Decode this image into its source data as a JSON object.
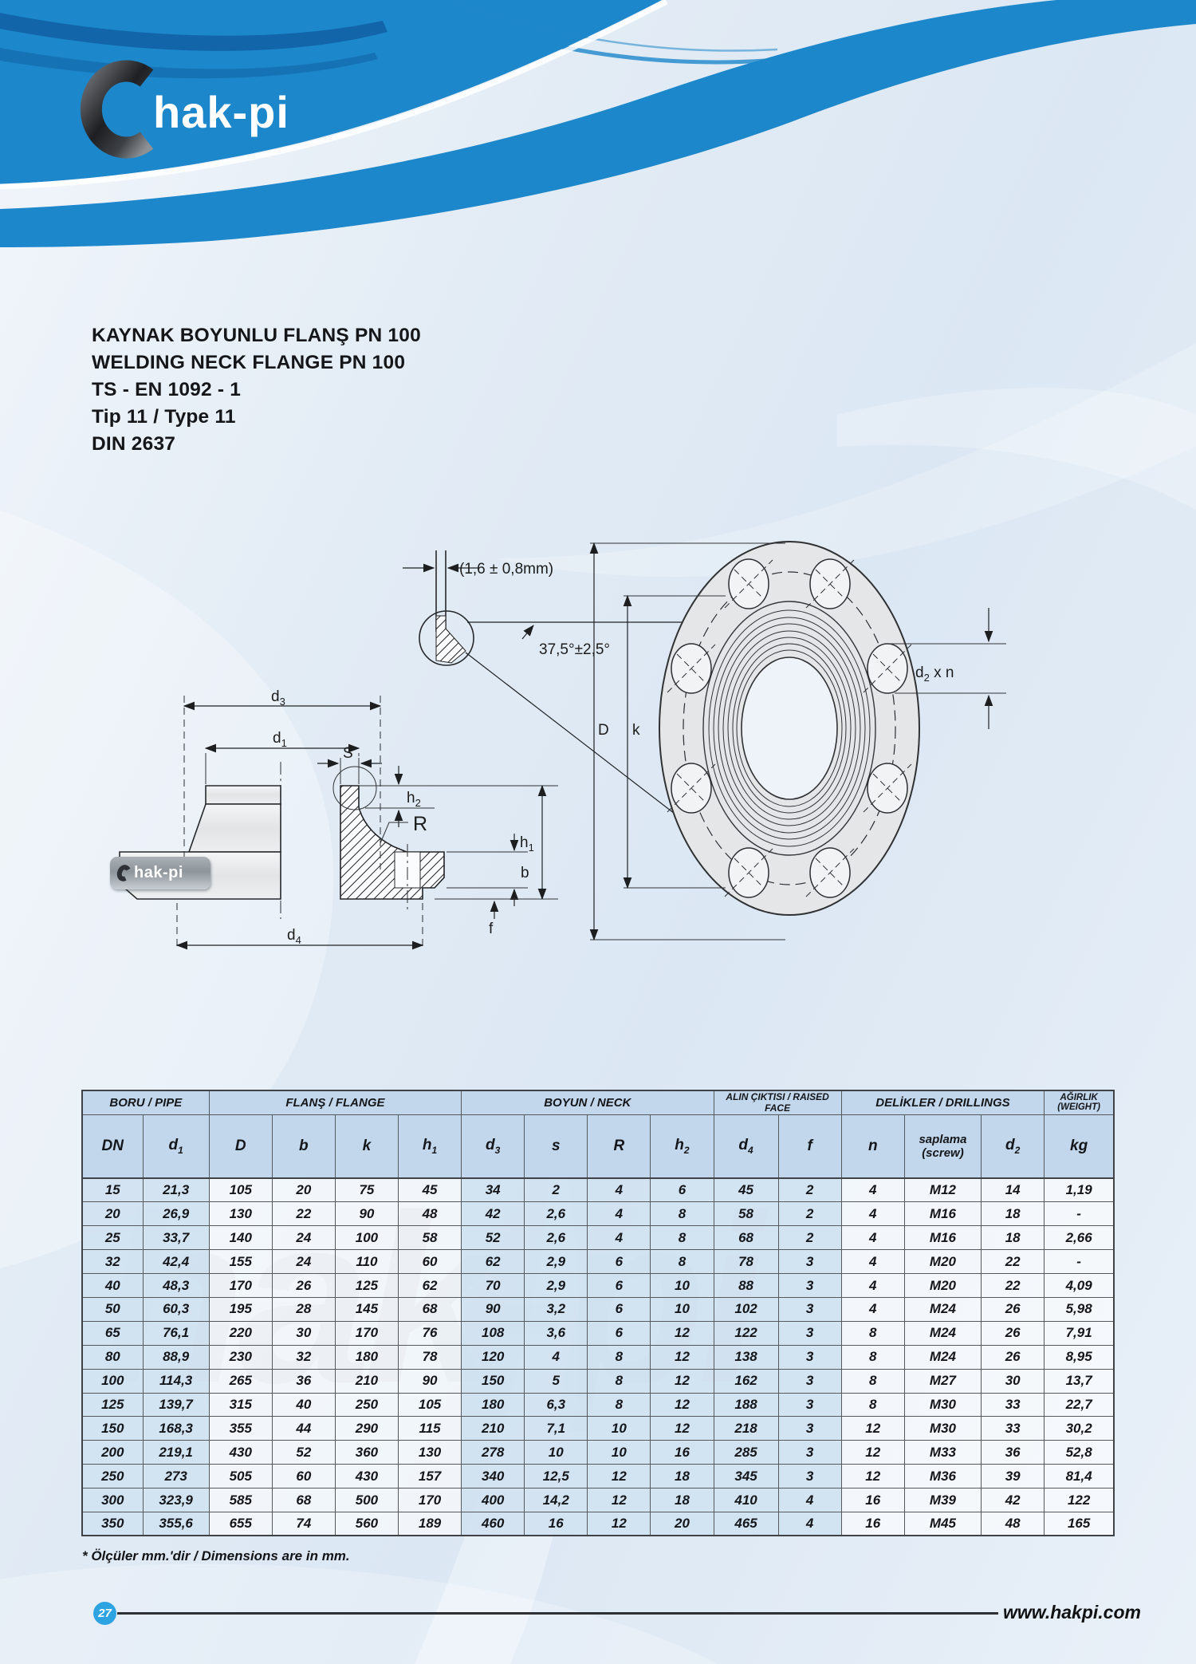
{
  "palette": {
    "accent": "#1d87cb",
    "accent-dark": "#0d5a9c",
    "page-bg": "#e3ecf6",
    "table-blue": "#d4e3f2",
    "header-blue": "#c2d7eb",
    "border": "#55585c",
    "badge": "#2ea3e2",
    "ink": "#17191c",
    "drawing-gray": "#e6e8ea"
  },
  "logo": {
    "text": "hak-pi"
  },
  "titles": {
    "line1": "KAYNAK BOYUNLU FLANŞ PN 100",
    "line2": "WELDING NECK FLANGE PN 100",
    "line3": "TS - EN 1092 - 1",
    "line4": "Tip 11 / Type 11",
    "line5": "DIN 2637"
  },
  "drawing": {
    "weld_gap_note": "(1,6 ± 0,8mm)",
    "bevel_angle": "37,5°±2,5°",
    "watermark_logo": "hak-pi",
    "labels": {
      "d3": {
        "base": "d",
        "sub": "3"
      },
      "d1": {
        "base": "d",
        "sub": "1"
      },
      "S": {
        "base": "S"
      },
      "h2": {
        "base": "h",
        "sub": "2"
      },
      "R": {
        "base": "R"
      },
      "h1": {
        "base": "h",
        "sub": "1"
      },
      "b": {
        "base": "b"
      },
      "f": {
        "base": "f"
      },
      "d4": {
        "base": "d",
        "sub": "4"
      },
      "D": {
        "base": "D"
      },
      "k": {
        "base": "k"
      },
      "d2xn": {
        "base": "d",
        "sub": "2",
        "suffix": " x n"
      }
    }
  },
  "table": {
    "groups": [
      {
        "label": "BORU / PIPE"
      },
      {
        "label": "FLANŞ / FLANGE"
      },
      {
        "label": "BOYUN / NECK"
      },
      {
        "label": "ALIN ÇIKTISI / RAISED FACE"
      },
      {
        "label": "DELİKLER / DRILLINGS"
      },
      {
        "label": "AĞIRLIK",
        "label2": "(WEIGHT)"
      }
    ],
    "columns": [
      {
        "base": "DN"
      },
      {
        "base": "d",
        "sub": "1"
      },
      {
        "base": "D"
      },
      {
        "base": "b"
      },
      {
        "base": "k"
      },
      {
        "base": "h",
        "sub": "1"
      },
      {
        "base": "d",
        "sub": "3"
      },
      {
        "base": "s"
      },
      {
        "base": "R"
      },
      {
        "base": "h",
        "sub": "2"
      },
      {
        "base": "d",
        "sub": "4"
      },
      {
        "base": "f"
      },
      {
        "base": "n"
      },
      {
        "base": "saplama",
        "line2": "(screw)"
      },
      {
        "base": "d",
        "sub": "2"
      },
      {
        "base": "kg"
      }
    ],
    "rows": [
      [
        "15",
        "21,3",
        "105",
        "20",
        "75",
        "45",
        "34",
        "2",
        "4",
        "6",
        "45",
        "2",
        "4",
        "M12",
        "14",
        "1,19"
      ],
      [
        "20",
        "26,9",
        "130",
        "22",
        "90",
        "48",
        "42",
        "2,6",
        "4",
        "8",
        "58",
        "2",
        "4",
        "M16",
        "18",
        "-"
      ],
      [
        "25",
        "33,7",
        "140",
        "24",
        "100",
        "58",
        "52",
        "2,6",
        "4",
        "8",
        "68",
        "2",
        "4",
        "M16",
        "18",
        "2,66"
      ],
      [
        "32",
        "42,4",
        "155",
        "24",
        "110",
        "60",
        "62",
        "2,9",
        "6",
        "8",
        "78",
        "3",
        "4",
        "M20",
        "22",
        "-"
      ],
      [
        "40",
        "48,3",
        "170",
        "26",
        "125",
        "62",
        "70",
        "2,9",
        "6",
        "10",
        "88",
        "3",
        "4",
        "M20",
        "22",
        "4,09"
      ],
      [
        "50",
        "60,3",
        "195",
        "28",
        "145",
        "68",
        "90",
        "3,2",
        "6",
        "10",
        "102",
        "3",
        "4",
        "M24",
        "26",
        "5,98"
      ],
      [
        "65",
        "76,1",
        "220",
        "30",
        "170",
        "76",
        "108",
        "3,6",
        "6",
        "12",
        "122",
        "3",
        "8",
        "M24",
        "26",
        "7,91"
      ],
      [
        "80",
        "88,9",
        "230",
        "32",
        "180",
        "78",
        "120",
        "4",
        "8",
        "12",
        "138",
        "3",
        "8",
        "M24",
        "26",
        "8,95"
      ],
      [
        "100",
        "114,3",
        "265",
        "36",
        "210",
        "90",
        "150",
        "5",
        "8",
        "12",
        "162",
        "3",
        "8",
        "M27",
        "30",
        "13,7"
      ],
      [
        "125",
        "139,7",
        "315",
        "40",
        "250",
        "105",
        "180",
        "6,3",
        "8",
        "12",
        "188",
        "3",
        "8",
        "M30",
        "33",
        "22,7"
      ],
      [
        "150",
        "168,3",
        "355",
        "44",
        "290",
        "115",
        "210",
        "7,1",
        "10",
        "12",
        "218",
        "3",
        "12",
        "M30",
        "33",
        "30,2"
      ],
      [
        "200",
        "219,1",
        "430",
        "52",
        "360",
        "130",
        "278",
        "10",
        "10",
        "16",
        "285",
        "3",
        "12",
        "M33",
        "36",
        "52,8"
      ],
      [
        "250",
        "273",
        "505",
        "60",
        "430",
        "157",
        "340",
        "12,5",
        "12",
        "18",
        "345",
        "3",
        "12",
        "M36",
        "39",
        "81,4"
      ],
      [
        "300",
        "323,9",
        "585",
        "68",
        "500",
        "170",
        "400",
        "14,2",
        "12",
        "18",
        "410",
        "4",
        "16",
        "M39",
        "42",
        "122"
      ],
      [
        "350",
        "355,6",
        "655",
        "74",
        "560",
        "189",
        "460",
        "16",
        "12",
        "20",
        "465",
        "4",
        "16",
        "M45",
        "48",
        "165"
      ]
    ],
    "footnote": "* Ölçüler mm.'dir / Dimensions are in mm."
  },
  "footer": {
    "page": "27",
    "website": "www.hakpi.com"
  }
}
